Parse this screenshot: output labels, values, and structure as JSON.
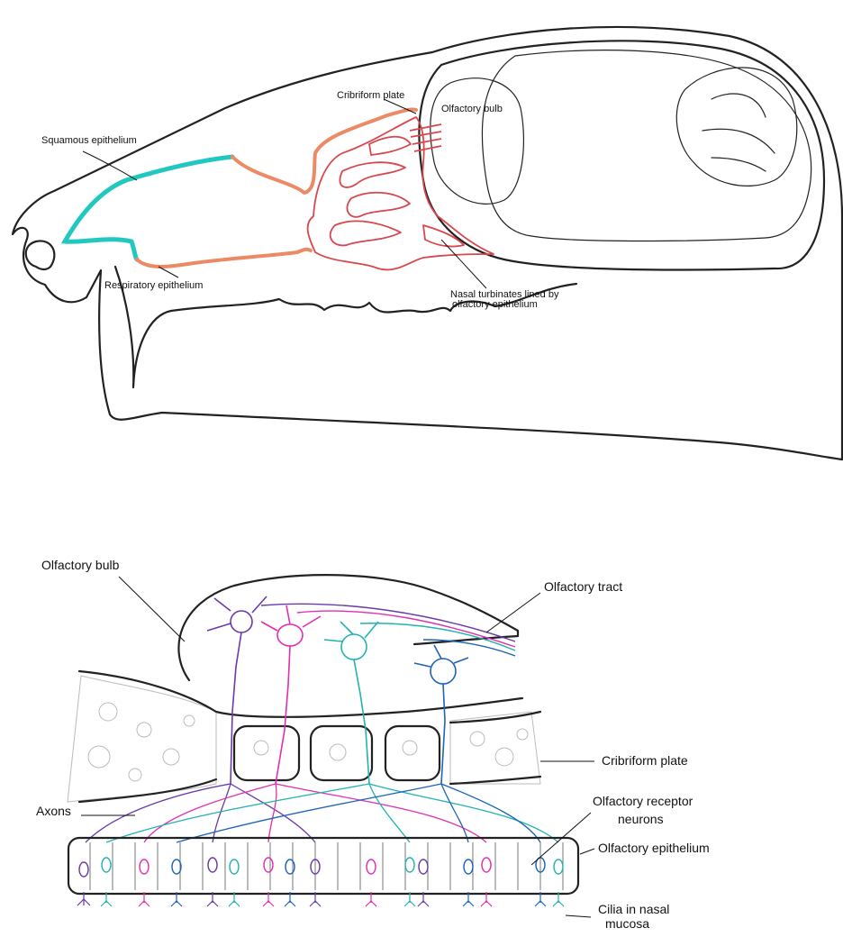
{
  "skull_diagram": {
    "labels": {
      "cribriform_plate": "Cribriform plate",
      "olfactory_bulb": "Olfactory bulb",
      "squamous_epithelium": "Squamous epithelium",
      "respiratory_epithelium": "Respiratory epithelium",
      "turbinates_line1": "Nasal turbinates lined by",
      "turbinates_line2": "olfactory epithelium"
    },
    "colors": {
      "squamous": "#20c8c0",
      "respiratory": "#ec8a66",
      "turbinate": "#d8474d"
    }
  },
  "neuron_diagram": {
    "labels": {
      "olfactory_bulb": "Olfactory bulb",
      "olfactory_tract": "Olfactory tract",
      "cribriform_plate": "Cribriform plate",
      "axons": "Axons",
      "receptor_neurons_line1": "Olfactory receptor",
      "receptor_neurons_line2": "neurons",
      "olfactory_epithelium": "Olfactory epithelium",
      "cilia_line1": "Cilia in nasal",
      "cilia_line2": "mucosa"
    },
    "colors": {
      "purple": "#6a3aa8",
      "magenta": "#e02fb0",
      "teal": "#22b3b0",
      "blue": "#1e63b8"
    }
  }
}
